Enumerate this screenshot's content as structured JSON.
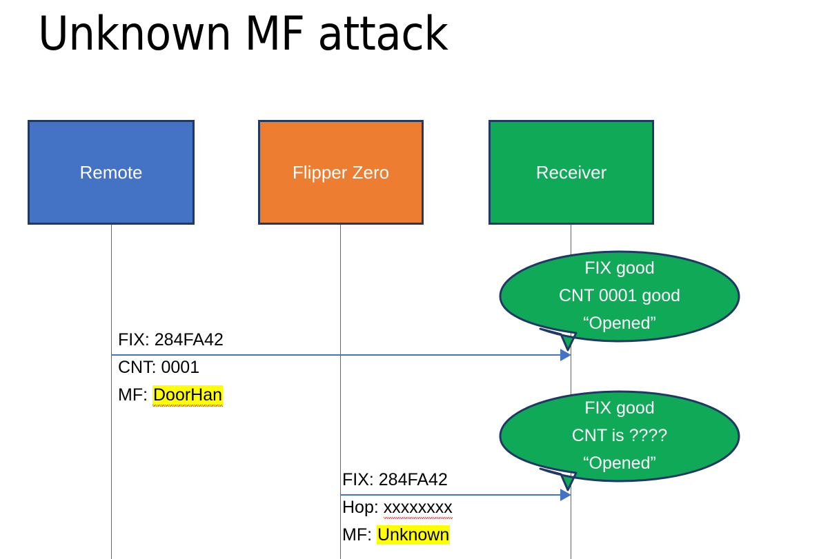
{
  "slide": {
    "title": "Unknown MF attack",
    "background_color": "#FFFFFF"
  },
  "colors": {
    "remote_fill": "#4472C4",
    "flipper_fill": "#ED7D31",
    "receiver_fill": "#0FA958",
    "box_border": "#1F3864",
    "arrow": "#4472C4",
    "lifeline": "#3C6EB4",
    "highlight": "#FFFF00",
    "bubble_fill": "#0FA958",
    "bubble_border": "#1F3864",
    "text_dark": "#000000",
    "text_light": "#FFFFFF"
  },
  "actors": [
    {
      "id": "remote",
      "label": "Remote"
    },
    {
      "id": "flipper",
      "label": "Flipper Zero"
    },
    {
      "id": "receiver",
      "label": "Receiver"
    }
  ],
  "messages": [
    {
      "id": "msg-remote-to-receiver",
      "from": "remote",
      "to": "receiver",
      "lines": [
        {
          "text": "FIX: 284FA42",
          "highlight": false,
          "spellcheck": false
        },
        {
          "text": "CNT: 0001",
          "highlight": false,
          "spellcheck": false
        }
      ],
      "field_label": "MF: ",
      "field_value": "DoorHan",
      "field_highlighted": true,
      "field_spellchecked": true
    },
    {
      "id": "msg-flipper-to-receiver",
      "from": "flipper",
      "to": "receiver",
      "lines": [
        {
          "text": "FIX: 284FA42",
          "highlight": false,
          "spellcheck": false
        }
      ],
      "hop_label": "Hop: ",
      "hop_value": "xxxxxxxx",
      "hop_spellchecked": true,
      "field_label": "MF: ",
      "field_value": "Unknown",
      "field_highlighted": true,
      "field_spellchecked": false
    }
  ],
  "bubbles": [
    {
      "id": "bubble-receiver-1",
      "owner": "receiver",
      "lines": [
        "FIX good",
        "CNT 0001 good",
        "“Opened”"
      ]
    },
    {
      "id": "bubble-receiver-2",
      "owner": "receiver",
      "lines": [
        "FIX good",
        "CNT is ????",
        "“Opened”"
      ]
    }
  ]
}
